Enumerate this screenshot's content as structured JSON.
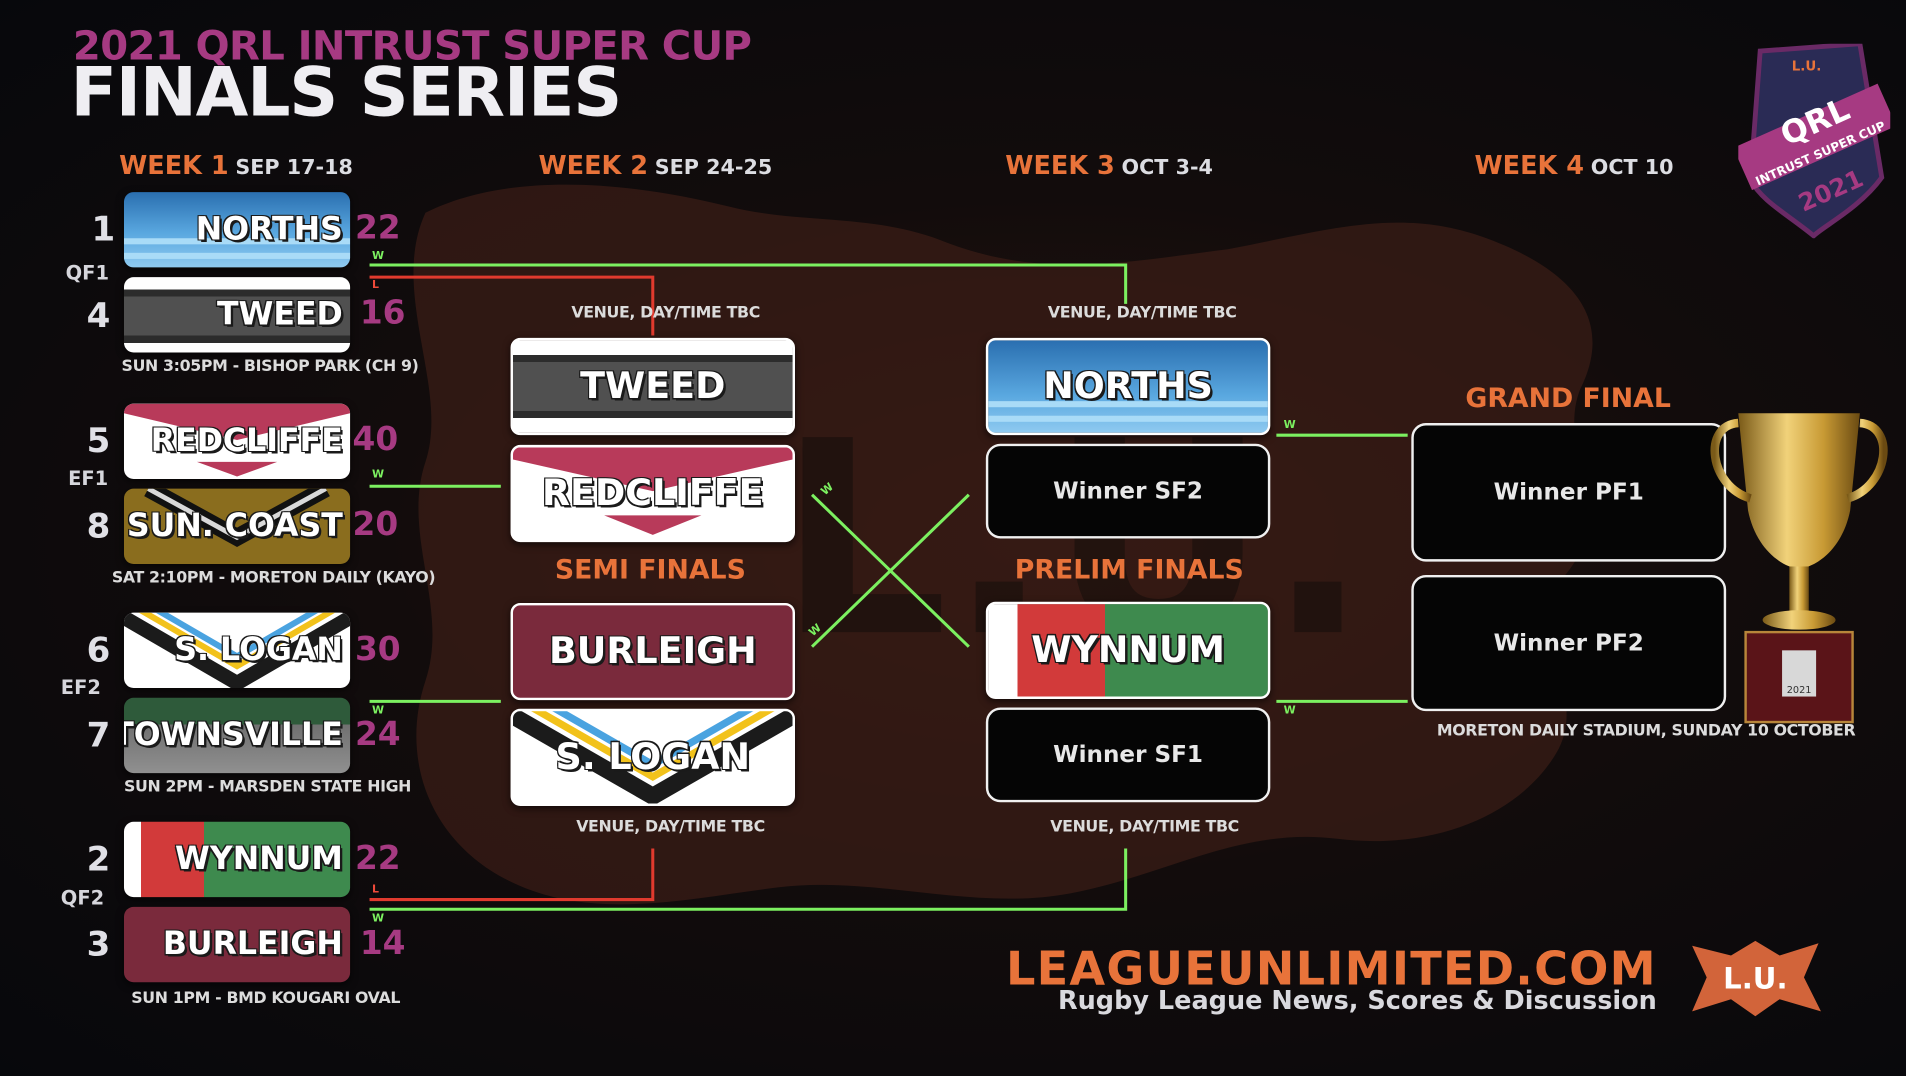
{
  "header": {
    "subtitle": "2021 QRL INTRUST SUPER CUP",
    "title": "FINALS SERIES"
  },
  "weeks": [
    {
      "label": "WEEK 1",
      "dates": "SEP 17-18"
    },
    {
      "label": "WEEK 2",
      "dates": "SEP 24-25"
    },
    {
      "label": "WEEK 3",
      "dates": "OCT 3-4"
    },
    {
      "label": "WEEK 4",
      "dates": "OCT 10"
    }
  ],
  "week1": {
    "qf1": {
      "label": "QF1",
      "home": {
        "seed": "1",
        "team": "NORTHS",
        "score": "22"
      },
      "away": {
        "seed": "4",
        "team": "TWEED",
        "score": "16"
      },
      "info": "SUN 3:05PM - BISHOP PARK (CH 9)"
    },
    "ef1": {
      "label": "EF1",
      "home": {
        "seed": "5",
        "team": "REDCLIFFE",
        "score": "40"
      },
      "away": {
        "seed": "8",
        "team": "SUN. COAST",
        "score": "20"
      },
      "info": "SAT 2:10PM - MORETON DAILY (KAYO)"
    },
    "ef2": {
      "label": "EF2",
      "home": {
        "seed": "6",
        "team": "S. LOGAN",
        "score": "30"
      },
      "away": {
        "seed": "7",
        "team": "TOWNSVILLE",
        "score": "24"
      },
      "info": "SUN 2PM - MARSDEN STATE HIGH"
    },
    "qf2": {
      "label": "QF2",
      "home": {
        "seed": "2",
        "team": "WYNNUM",
        "score": "22"
      },
      "away": {
        "seed": "3",
        "team": "BURLEIGH",
        "score": "14"
      },
      "info": "SUN 1PM - BMD KOUGARI OVAL"
    }
  },
  "semi_finals": {
    "title": "SEMI FINALS",
    "venue_top": "VENUE, DAY/TIME TBC",
    "venue_bottom": "VENUE, DAY/TIME TBC",
    "sf1": [
      "TWEED",
      "REDCLIFFE"
    ],
    "sf2": [
      "BURLEIGH",
      "S. LOGAN"
    ]
  },
  "prelim_finals": {
    "title": "PRELIM FINALS",
    "venue_top": "VENUE, DAY/TIME TBC",
    "venue_bottom": "VENUE, DAY/TIME TBC",
    "pf1": [
      "NORTHS",
      "Winner SF2"
    ],
    "pf2": [
      "WYNNUM",
      "Winner SF1"
    ]
  },
  "grand_final": {
    "title": "GRAND FINAL",
    "slot1": "Winner PF1",
    "slot2": "Winner PF2",
    "venue": "MORETON DAILY STADIUM, SUNDAY 10 OCTOBER"
  },
  "line_labels": {
    "win": "W",
    "loss": "L"
  },
  "badge": {
    "top": "L.U.",
    "line1": "QRL",
    "line2": "INTRUST SUPER CUP",
    "year": "2021"
  },
  "trophy_plate": "2021",
  "footer": {
    "site": "LEAGUEUNLIMITED.COM",
    "tagline": "Rugby League News, Scores & Discussion",
    "logo": "L.U."
  },
  "colors": {
    "accent_orange": "#e8733a",
    "accent_maroon": "#a63a82",
    "win_line": "#7cf060",
    "loss_line": "#e03a2e"
  },
  "icons": [
    "trophy-icon",
    "qrl-badge-icon",
    "lu-logo-icon"
  ]
}
